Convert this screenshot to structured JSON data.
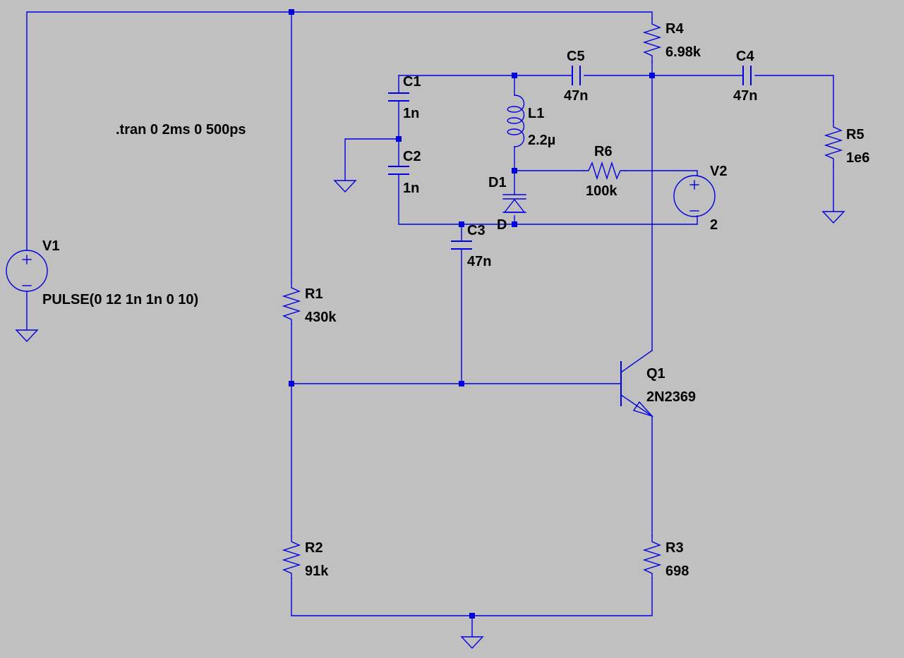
{
  "directive": ".tran 0 2ms 0 500ps",
  "components": {
    "V1": {
      "name": "V1",
      "value": "PULSE(0 12 1n 1n 0 10)"
    },
    "V2": {
      "name": "V2",
      "value": "2"
    },
    "R1": {
      "name": "R1",
      "value": "430k"
    },
    "R2": {
      "name": "R2",
      "value": "91k"
    },
    "R3": {
      "name": "R3",
      "value": "698"
    },
    "R4": {
      "name": "R4",
      "value": "6.98k"
    },
    "R5": {
      "name": "R5",
      "value": "1e6"
    },
    "R6": {
      "name": "R6",
      "value": "100k"
    },
    "C1": {
      "name": "C1",
      "value": "1n"
    },
    "C2": {
      "name": "C2",
      "value": "1n"
    },
    "C3": {
      "name": "C3",
      "value": "47n"
    },
    "C4": {
      "name": "C4",
      "value": "47n"
    },
    "C5": {
      "name": "C5",
      "value": "47n"
    },
    "L1": {
      "name": "L1",
      "value": "2.2µ"
    },
    "D1": {
      "name": "D1",
      "value": "D"
    },
    "Q1": {
      "name": "Q1",
      "value": "2N2369"
    }
  },
  "colors": {
    "background": "#c0c0c0",
    "wire": "#0000e0",
    "text": "#000000"
  }
}
